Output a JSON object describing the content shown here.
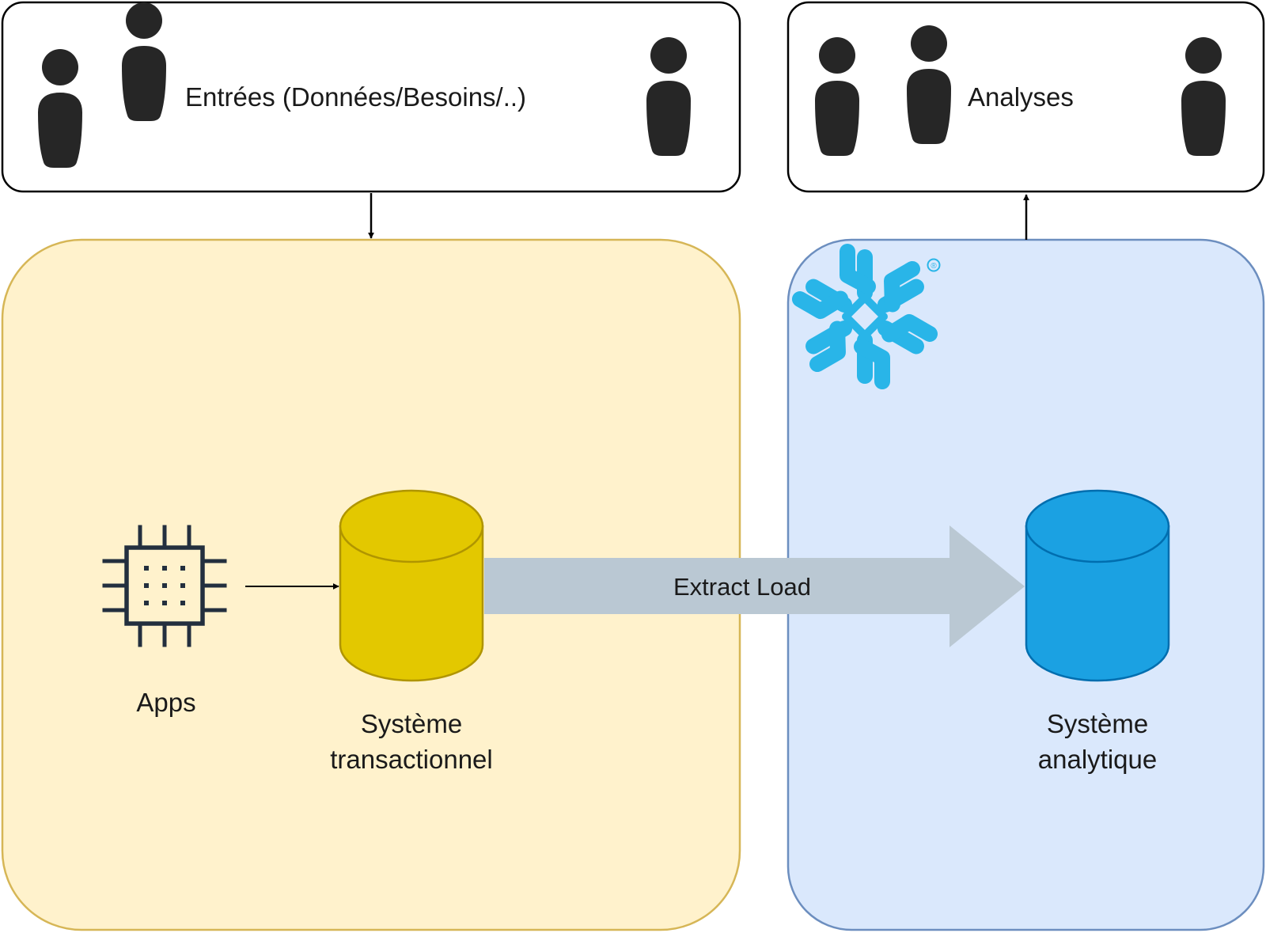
{
  "inputs_box": {
    "label": "Entrées (Données/Besoins/..)"
  },
  "analyses_box": {
    "label": "Analyses"
  },
  "apps": {
    "label": "Apps",
    "icon": "chip-icon"
  },
  "transactional_db": {
    "label_line1": "Système",
    "label_line2": "transactionnel",
    "color": "#E3C800"
  },
  "analytical_db": {
    "label_line1": "Système",
    "label_line2": "analytique",
    "color": "#1BA1E2"
  },
  "extract_load": {
    "label": "Extract Load"
  },
  "logo": {
    "icon": "snowflake-icon",
    "mark": "®",
    "color": "#29B5E8"
  },
  "colors": {
    "transactional_zone_fill": "#FFF2CC",
    "transactional_zone_border": "#D6B656",
    "analytical_zone_fill": "#DAE8FC",
    "analytical_zone_border": "#6C8EBF",
    "flow_arrow": "#BAC8D3",
    "person": "#262626"
  }
}
